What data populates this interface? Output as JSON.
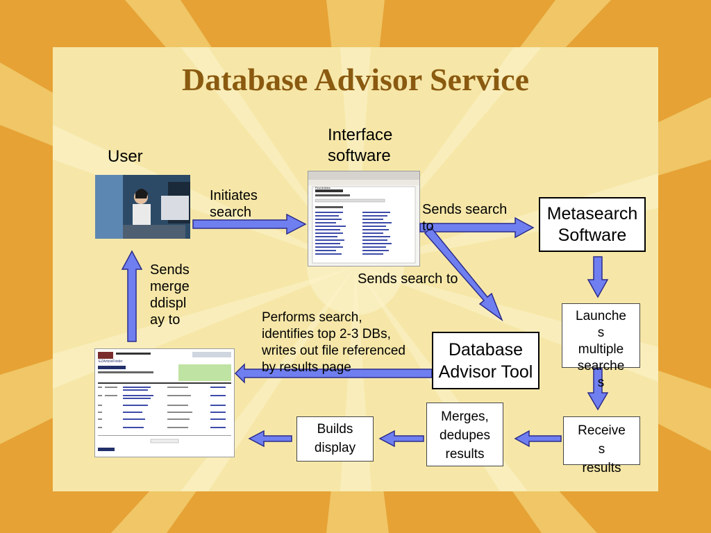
{
  "title": "Database Advisor Service",
  "labels": {
    "user": "User",
    "interface": "Interface\nsoftware",
    "initiates": "Initiates\nsearch",
    "sends_search_to_1": "Sends search\nto",
    "sends_search_to_2": "Sends search to",
    "sends_merged": "Sends\nmerge\nddispl\nay to",
    "performs": "Performs search,\nidentifies top 2-3 DBs,\nwrites out file referenced\nby results page"
  },
  "boxes": {
    "metasearch": "Metasearch\nSoftware",
    "advisor": "Database\nAdvisor Tool",
    "launches": "Launche\ns\nmultiple\nsearche\ns",
    "receives": "Receive\ns\nresults",
    "merges": "Merges,\ndedupes\nresults",
    "builds": "Builds\ndisplay"
  },
  "colors": {
    "arrow_fill": "#6f7ff0",
    "arrow_stroke": "#2b2b8a",
    "title": "#8a5a10",
    "background": "#e8a63a",
    "panel": "#f6e7a8"
  },
  "icons": {
    "user_photo": "person-at-computer-icon",
    "interface_screenshot": "find-articles-screenshot-icon",
    "results_screenshot": "ezarticlefinder-results-screenshot-icon"
  },
  "screenshots": {
    "interface_window_title": "Find Articles",
    "results_app_name": "EZArticleFinder"
  }
}
